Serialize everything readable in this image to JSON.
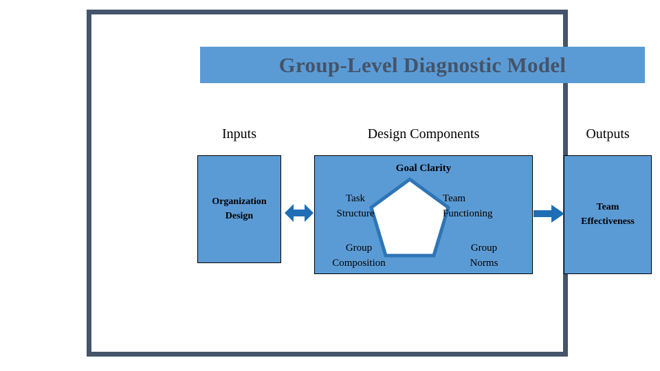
{
  "slide": {
    "title": "Group-Level Diagnostic Model",
    "frame_color": "#44546a",
    "banner_color": "#5b9bd5",
    "panel_color": "#5b9bd5",
    "arrow_color": "#1f6eb5",
    "pentagon_stroke": "#2e75b6",
    "pentagon_fill": "#ffffff",
    "text_color": "#000000",
    "title_color": "#44546a"
  },
  "columns": {
    "inputs_heading": "Inputs",
    "design_heading": "Design Components",
    "outputs_heading": "Outputs"
  },
  "inputs_panel": {
    "label_line1": "Organization",
    "label_line2": "Design"
  },
  "outputs_panel": {
    "label_line1": "Team",
    "label_line2": "Effectiveness"
  },
  "design_panel": {
    "goal_clarity": "Goal Clarity",
    "task_structure": {
      "line1": "Task",
      "line2": "Structure"
    },
    "team_functioning": {
      "line1": "Team",
      "line2": "Functioning"
    },
    "group_composition": {
      "line1": "Group",
      "line2": "Composition"
    },
    "group_norms": {
      "line1": "Group",
      "line2": "Norms"
    }
  },
  "arrows": {
    "inputs_to_design": "bidirectional-arrow",
    "design_to_outputs": "right-arrow"
  }
}
